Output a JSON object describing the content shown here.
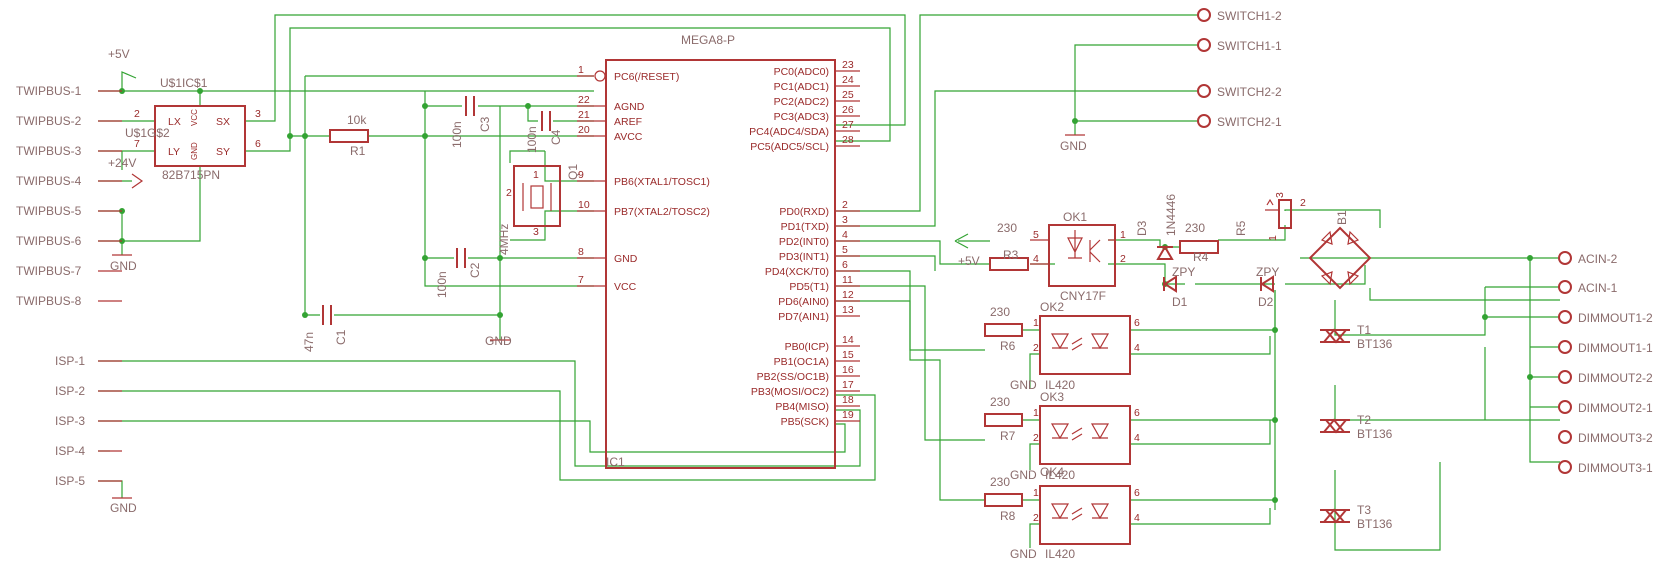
{
  "connector_labels": {
    "twipbus": [
      "TWIPBUS-1",
      "TWIPBUS-2",
      "TWIPBUS-3",
      "TWIPBUS-4",
      "TWIPBUS-5",
      "TWIPBUS-6",
      "TWIPBUS-7",
      "TWIPBUS-8"
    ],
    "isp": [
      "ISP-1",
      "ISP-2",
      "ISP-3",
      "ISP-4",
      "ISP-5"
    ],
    "switch": [
      "SWITCH1-2",
      "SWITCH1-1",
      "SWITCH2-2",
      "SWITCH2-1"
    ],
    "ac": [
      "ACIN-2",
      "ACIN-1",
      "DIMMOUT1-2",
      "DIMMOUT1-1",
      "DIMMOUT2-2",
      "DIMMOUT2-1",
      "DIMMOUT3-2",
      "DIMMOUT3-1"
    ]
  },
  "mcu": {
    "name": "MEGA8-P",
    "ref": "IC1",
    "left_pins": [
      {
        "num": "1",
        "name": "PC6(/RESET)"
      },
      {
        "num": "22",
        "name": "AGND"
      },
      {
        "num": "21",
        "name": "AREF"
      },
      {
        "num": "20",
        "name": "AVCC"
      },
      {
        "num": "9",
        "name": "PB6(XTAL1/TOSC1)"
      },
      {
        "num": "10",
        "name": "PB7(XTAL2/TOSC2)"
      },
      {
        "num": "8",
        "name": "GND"
      },
      {
        "num": "7",
        "name": "VCC"
      }
    ],
    "right_pins": [
      {
        "num": "23",
        "name": "PC0(ADC0)"
      },
      {
        "num": "24",
        "name": "PC1(ADC1)"
      },
      {
        "num": "25",
        "name": "PC2(ADC2)"
      },
      {
        "num": "26",
        "name": "PC3(ADC3)"
      },
      {
        "num": "27",
        "name": "PC4(ADC4/SDA)"
      },
      {
        "num": "28",
        "name": "PC5(ADC5/SCL)"
      },
      {
        "num": "2",
        "name": "PD0(RXD)"
      },
      {
        "num": "3",
        "name": "PD1(TXD)"
      },
      {
        "num": "4",
        "name": "PD2(INT0)"
      },
      {
        "num": "5",
        "name": "PD3(INT1)"
      },
      {
        "num": "6",
        "name": "PD4(XCK/T0)"
      },
      {
        "num": "11",
        "name": "PD5(T1)"
      },
      {
        "num": "12",
        "name": "PD6(AIN0)"
      },
      {
        "num": "13",
        "name": "PD7(AIN1)"
      },
      {
        "num": "14",
        "name": "PB0(ICP)"
      },
      {
        "num": "15",
        "name": "PB1(OC1A)"
      },
      {
        "num": "16",
        "name": "PB2(SS/OC1B)"
      },
      {
        "num": "17",
        "name": "PB3(MOSI/OC2)"
      },
      {
        "num": "18",
        "name": "PB4(MISO)"
      },
      {
        "num": "19",
        "name": "PB5(SCK)"
      }
    ]
  },
  "bus_ic": {
    "ref_top": "U$1IC$1",
    "ref_mid": "U$1G$2",
    "part": "82B715PN",
    "pins": {
      "lx": "LX",
      "ly": "LY",
      "sx": "SX",
      "sy": "SY",
      "vcc": "VCC",
      "gnd": "GND"
    },
    "pin_nums": {
      "p2": "2",
      "p7": "7",
      "p3": "3",
      "p6": "6"
    }
  },
  "power_labels": {
    "plus5v": "+5V",
    "plus24v": "+24V",
    "gnd": "GND"
  },
  "passives": {
    "r1_val": "10k",
    "r1_ref": "R1",
    "c3_val": "100n",
    "c3_ref": "C3",
    "c4_val": "100n",
    "c4_ref": "C4",
    "c2_val": "100n",
    "c2_ref": "C2",
    "c1_val": "47n",
    "c1_ref": "C1",
    "q1_ref": "Q1",
    "q1_val": "4MHz",
    "q1_pins": [
      "1",
      "2",
      "3"
    ]
  },
  "opto_section": {
    "r3_val": "230",
    "r3_ref": "R3",
    "ok1_ref": "OK1",
    "ok1_part": "CNY17F",
    "d3_ref": "D3",
    "d3_part": "1N4446",
    "r4_val": "230",
    "r4_ref": "R4",
    "r5_ref": "R5",
    "b1_ref": "B1",
    "d1_ref": "D1",
    "d1_part": "ZPY",
    "d2_ref": "D2",
    "d2_part": "ZPY",
    "plus5v": "+5V",
    "ok1_pin_nums": [
      "5",
      "4",
      "1",
      "2"
    ],
    "r5_pin_nums": [
      "3",
      "2",
      "1"
    ]
  },
  "triac_channels": [
    {
      "r_val": "230",
      "r_ref": "R6",
      "ok_ref": "OK2",
      "ok_part": "IL420",
      "t_ref": "T1",
      "t_part": "BT136",
      "gnd": "GND"
    },
    {
      "r_val": "230",
      "r_ref": "R7",
      "ok_ref": "OK3",
      "ok_part": "IL420",
      "t_ref": "T2",
      "t_part": "BT136",
      "gnd": "GND"
    },
    {
      "r_val": "230",
      "r_ref": "R8",
      "ok_ref": "OK4",
      "ok_part": "IL420",
      "t_ref": "T3",
      "t_part": "BT136",
      "gnd": "GND"
    }
  ],
  "ok_pin_nums": [
    "1",
    "2",
    "6",
    "4"
  ]
}
